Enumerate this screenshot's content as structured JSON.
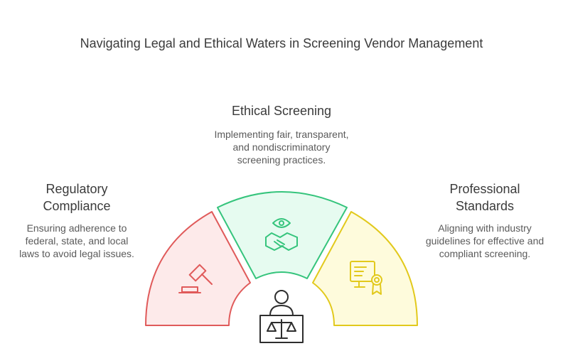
{
  "title": "Navigating Legal and Ethical Waters in Screening Vendor Management",
  "segments": [
    {
      "heading": "Ethical Screening",
      "description": "Implementing fair, transparent, and nondiscriminatory screening practices.",
      "icon": "eye-handshake-icon",
      "fill": "#e6fbf0",
      "stroke": "#35c47c"
    },
    {
      "heading": "Regulatory Compliance",
      "description": "Ensuring adherence to federal, state, and local laws to avoid legal issues.",
      "icon": "gavel-icon",
      "fill": "#fdeaea",
      "stroke": "#e05a5a"
    },
    {
      "heading": "Professional Standards",
      "description": "Aligning with industry guidelines for effective and compliant screening.",
      "icon": "certificate-icon",
      "fill": "#fefbdc",
      "stroke": "#e2c91c"
    }
  ],
  "center_icon": "person-with-scales-icon"
}
